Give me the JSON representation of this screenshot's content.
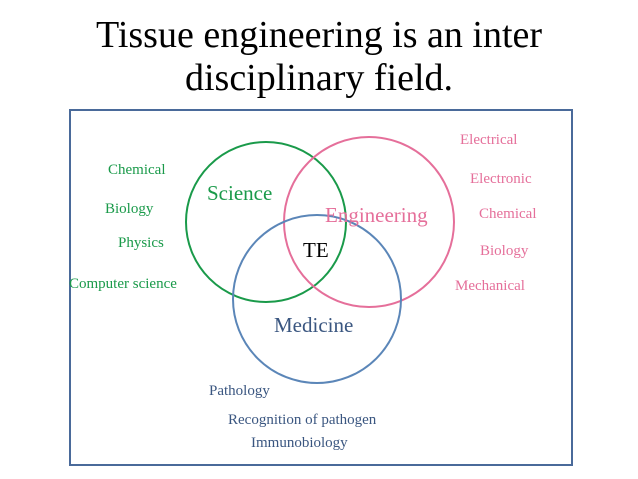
{
  "title": {
    "line1": "Tissue engineering is an inter",
    "line2": "disciplinary field."
  },
  "circles": {
    "science": {
      "label": "Science",
      "color": "#1a9a4a"
    },
    "engineering": {
      "label": "Engineering",
      "color": "#e56f9a"
    },
    "medicine": {
      "label": "Medicine",
      "color": "#5b86b8"
    },
    "center": "TE"
  },
  "science_fields": [
    "Chemical",
    "Biology",
    "Physics",
    "Computer science"
  ],
  "engineering_fields": [
    "Electrical",
    "Electronic",
    "Chemical",
    "Biology",
    "Mechanical"
  ],
  "medicine_fields": [
    "Pathology",
    "Recognition of pathogen",
    "Immunobiology"
  ],
  "frame_color": "#4a6a9a"
}
